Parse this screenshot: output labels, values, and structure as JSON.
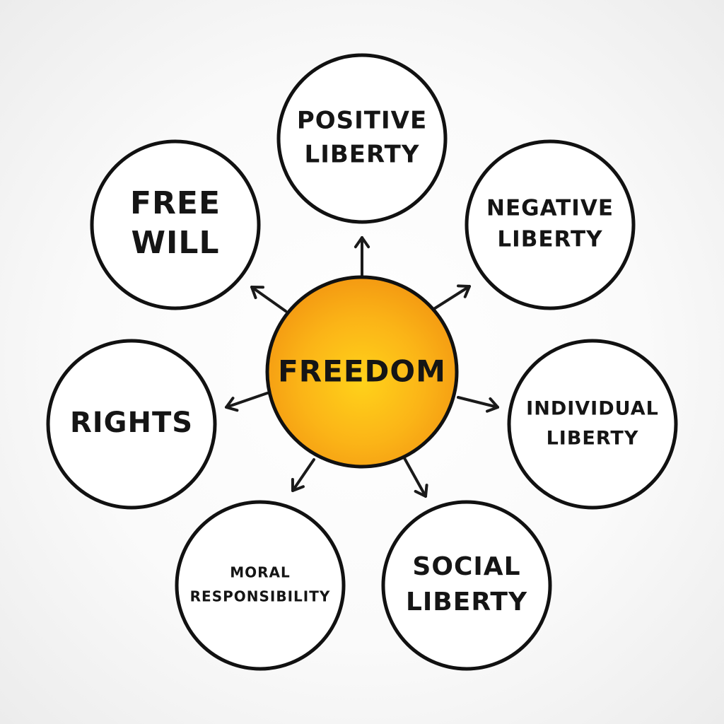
{
  "center": {
    "label": "FREEDOM",
    "color_inner": "#ffd21a",
    "color_outer": "#f49a12"
  },
  "nodes": [
    {
      "id": "positive-liberty",
      "lines": [
        "POSITIVE",
        "LIBERTY"
      ]
    },
    {
      "id": "negative-liberty",
      "lines": [
        "NEGATIVE",
        "LIBERTY"
      ]
    },
    {
      "id": "individual-liberty",
      "lines": [
        "INDIVIDUAL",
        "LIBERTY"
      ]
    },
    {
      "id": "social-liberty",
      "lines": [
        "SOCIAL",
        "LIBERTY"
      ]
    },
    {
      "id": "moral-responsibility",
      "lines": [
        "MORAL",
        "RESPONSIBILITY"
      ]
    },
    {
      "id": "rights",
      "lines": [
        "RIGHTS"
      ]
    },
    {
      "id": "free-will",
      "lines": [
        "FREE",
        "WILL"
      ]
    }
  ],
  "colors": {
    "stroke": "#111111",
    "text": "#151515"
  }
}
